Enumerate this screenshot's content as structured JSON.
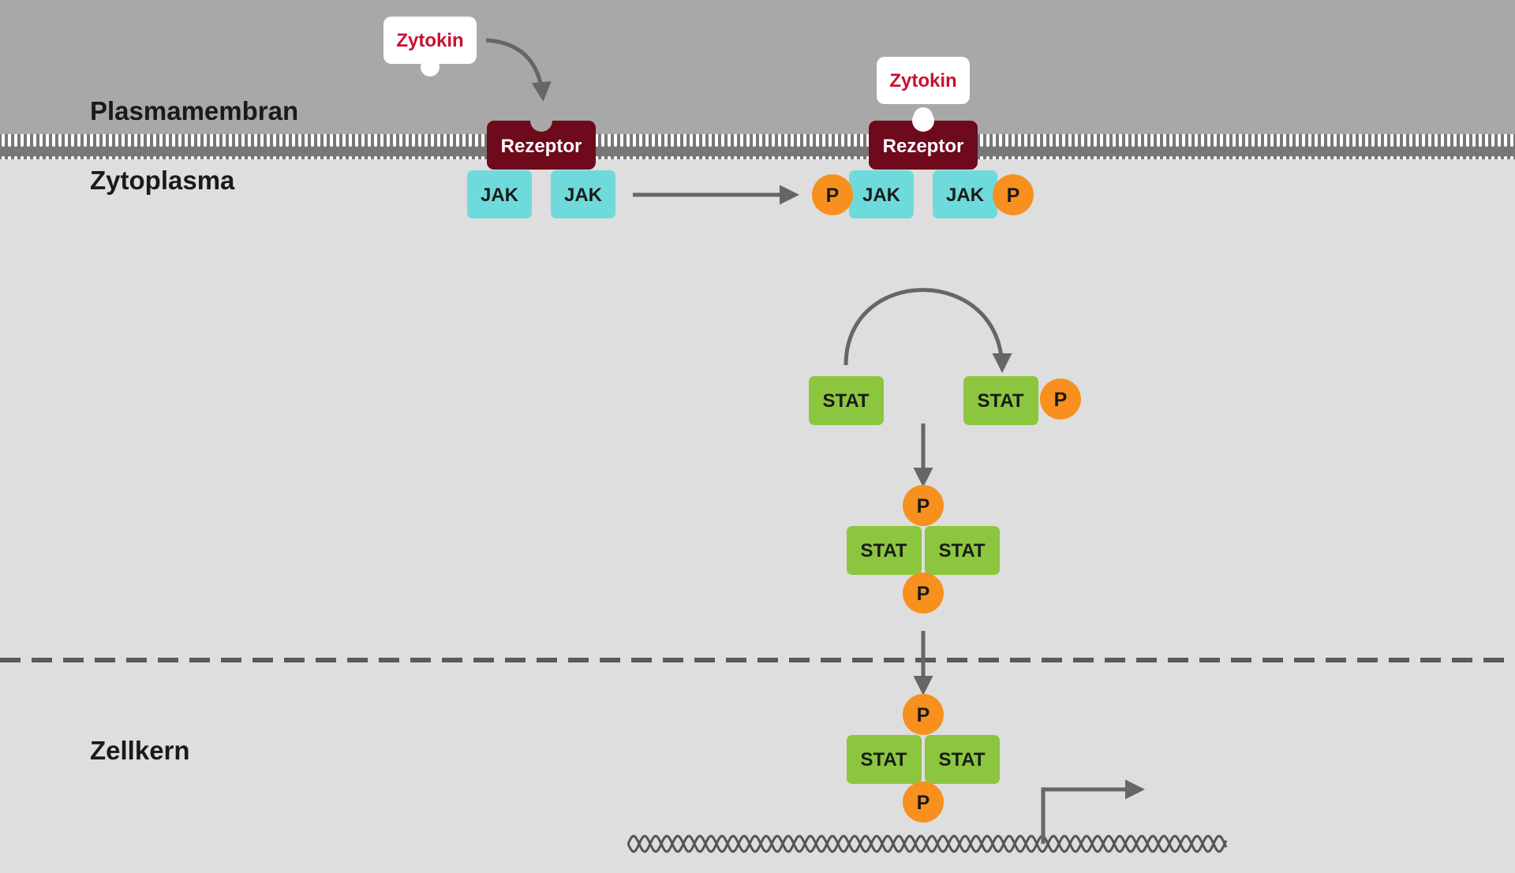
{
  "regions": {
    "membrane": "Plasmamembran",
    "cytoplasm": "Zytoplasma",
    "nucleus": "Zellkern"
  },
  "labels": {
    "cytokine": "Zytokin",
    "receptor": "Rezeptor",
    "jak": "JAK",
    "stat": "STAT",
    "phosphate": "P"
  },
  "colors": {
    "extracellular_bg": "#a8a8a8",
    "cytoplasm_bg": "#dedede",
    "receptor": "#6e0a1c",
    "cytokine_text": "#c8102e",
    "jak": "#6fdadc",
    "stat": "#8cc63f",
    "phosphate": "#f7901e",
    "arrow": "#666666",
    "dna": "#555555"
  }
}
